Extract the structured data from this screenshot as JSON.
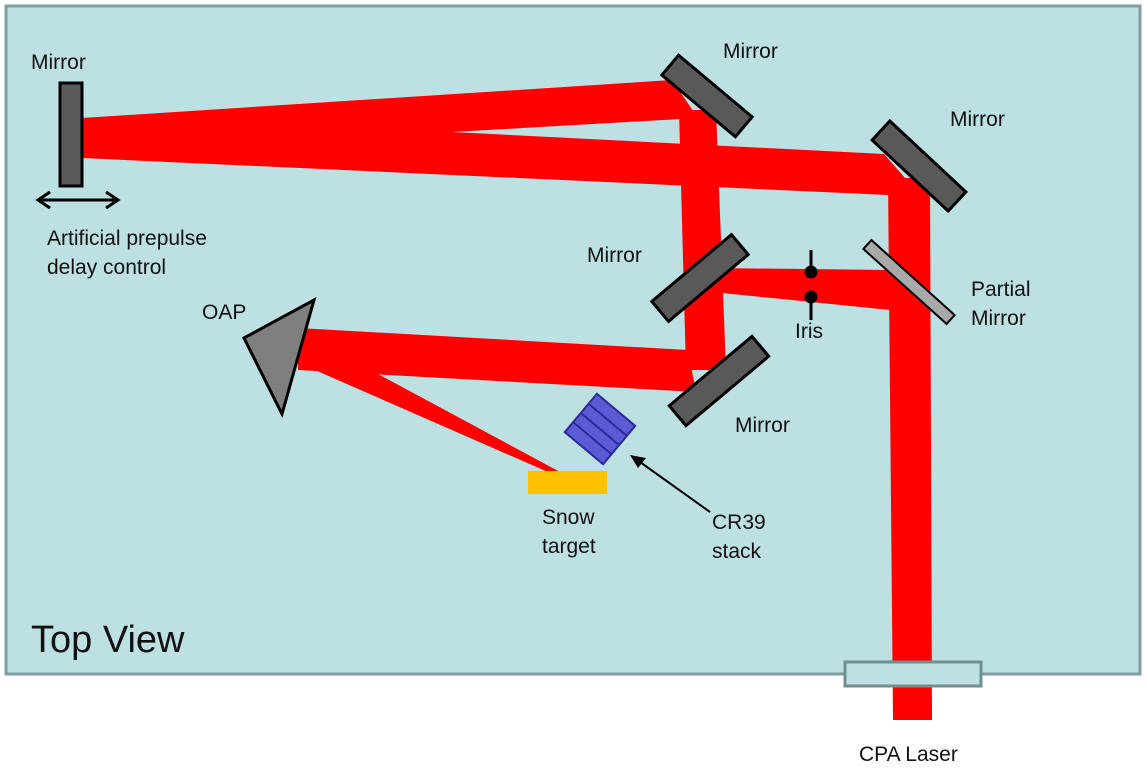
{
  "labels": {
    "mirror_left": "Mirror",
    "mirror_top": "Mirror",
    "mirror_right_top": "Mirror",
    "mirror_mid": "Mirror",
    "mirror_bottom": "Mirror",
    "partial_mirror_line1": "Partial",
    "partial_mirror_line2": "Mirror",
    "iris": "Iris",
    "oap": "OAP",
    "snow_target_line1": "Snow",
    "snow_target_line2": "target",
    "cr39_line1": "CR39",
    "cr39_line2": "stack",
    "delay_line1": "Artificial prepulse",
    "delay_line2": "delay control",
    "top_view": "Top View",
    "cpa_laser": "CPA Laser"
  },
  "colors": {
    "table": "#bde0e3",
    "table_border": "#7f9ea1",
    "beam": "#ff0000",
    "mirror": "#595959",
    "partial_mirror": "#a9a9a9",
    "oap": "#7f7f7f",
    "target": "#ffc000",
    "cr39": "#5b5bd6",
    "cr39_stroke": "#2a2a9a",
    "window": "#bde0e3"
  }
}
